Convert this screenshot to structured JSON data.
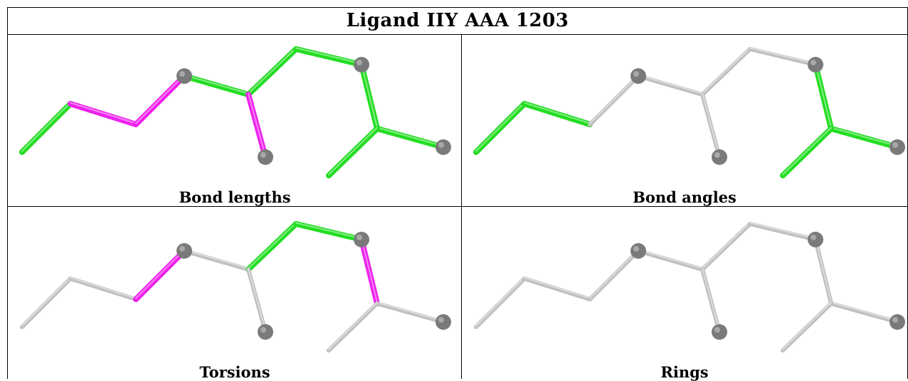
{
  "title": "Ligand IIY AAA 1203",
  "colors": {
    "outlier": "#ee22ee",
    "ok": "#22dd22",
    "neutral": "#c0c0c0",
    "atom": "#7a7a7a"
  },
  "panels": [
    {
      "caption": "Bond lengths",
      "bond_colors": [
        "ok",
        "outlier",
        "outlier",
        "ok",
        "ok",
        "outlier",
        "ok",
        "ok",
        "ok",
        "ok",
        "ok"
      ]
    },
    {
      "caption": "Bond angles",
      "bond_colors": [
        "ok",
        "ok",
        "neutral",
        "neutral",
        "neutral",
        "neutral",
        "neutral",
        "ok",
        "ok",
        "ok",
        "ok"
      ]
    },
    {
      "caption": "Torsions",
      "bond_colors": [
        "neutral",
        "neutral",
        "outlier",
        "neutral",
        "ok",
        "neutral",
        "ok",
        "outlier",
        "neutral",
        "neutral",
        "neutral"
      ]
    },
    {
      "caption": "Rings",
      "bond_colors": [
        "neutral",
        "neutral",
        "neutral",
        "neutral",
        "neutral",
        "neutral",
        "neutral",
        "neutral",
        "neutral",
        "neutral",
        "neutral"
      ]
    }
  ]
}
